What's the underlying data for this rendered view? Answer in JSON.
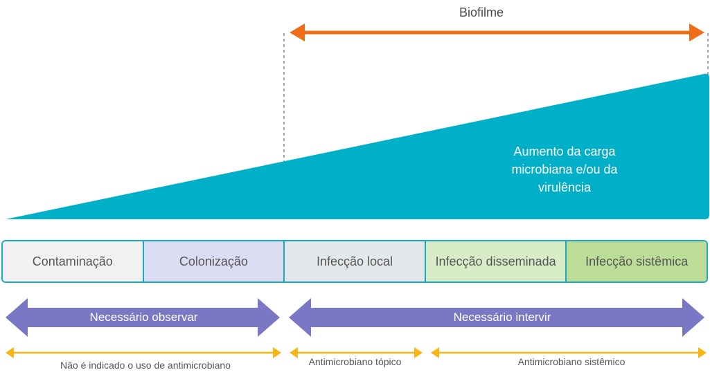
{
  "biofilm": {
    "label": "Biofilme",
    "color": "#ef6d16"
  },
  "load_triangle": {
    "label": "Aumento da carga microbiana e/ou da virulência",
    "color": "#00b0c8"
  },
  "stages": [
    {
      "label": "Contaminação",
      "color": "#f1f1f1"
    },
    {
      "label": "Colonização",
      "color": "#dcdcf3"
    },
    {
      "label": "Infecção local",
      "color": "#e4e8eb"
    },
    {
      "label": "Infecção disseminada",
      "color": "#d9ecc8"
    },
    {
      "label": "Infecção sistêmica",
      "color": "#bcdd97"
    }
  ],
  "actions": {
    "observe": {
      "label": "Necessário observar",
      "color": "#7a78c4"
    },
    "intervene": {
      "label": "Necessário intervir",
      "color": "#7a78c4"
    }
  },
  "antimicrobials": {
    "color": "#f7b516",
    "none": "Não é indicado o uso de antimicrobiano",
    "topical": "Antimicrobiano tópico",
    "systemic": "Antimicrobiano sistêmico"
  }
}
